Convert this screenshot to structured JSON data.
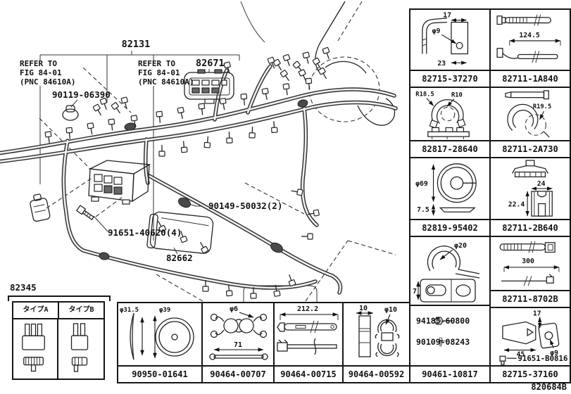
{
  "page": {
    "code": "820684B"
  },
  "diagram": {
    "part_82131": "82131",
    "refer_note_1": "REFER TO\nFIG 84-01\n(PNC 84610A)",
    "refer_note_2": "REFER TO\nFIG 84-01\n(PNC 84610A)",
    "part_82671": "82671",
    "part_90119": "90119-06390",
    "part_90149": "90149-50032(2)",
    "part_91651": "91651-40620(4)",
    "part_82662": "82662",
    "part_82345": "82345"
  },
  "type_box": {
    "type_a": "タイプA",
    "type_b": "タイプB"
  },
  "grid": {
    "r1c1": {
      "part": "82715-37270",
      "dim_top": "17",
      "dim_hole": "φ9",
      "dim_bottom": "23"
    },
    "r1c2": {
      "part": "82711-1A840",
      "dim": "124.5"
    },
    "r2c1": {
      "part": "82817-28640",
      "dim_outer": "R18.5",
      "dim_inner": "R10"
    },
    "r2c2": {
      "part": "82711-2A730",
      "dim": "R19.5"
    },
    "r3c1": {
      "part": "82819-95402",
      "dim_dia": "φ69",
      "dim_h": "7.5"
    },
    "r3c2": {
      "part": "82711-2B640",
      "dim_w": "24",
      "dim_h": "22.4"
    },
    "r4c1": {
      "dim_dia": "φ20",
      "dim_h": "7"
    },
    "r4c2": {
      "part": "82711-8702B",
      "dim": "300"
    },
    "r5c1": {
      "part": "90461-10817",
      "item1": "94185-60800",
      "item2": "90109-08243"
    },
    "r5c2": {
      "part": "82715-37160",
      "dim1": "17",
      "dim2": "45",
      "dim3": "φ9",
      "item": "91651-B0816"
    }
  },
  "bottom": {
    "c1": {
      "part": "90950-01641",
      "dim1": "φ31.5",
      "dim2": "φ39"
    },
    "c2": {
      "part": "90464-00707",
      "dim1": "φ6",
      "dim2": "71"
    },
    "c3": {
      "part": "90464-00715",
      "dim": "212.2"
    },
    "c4": {
      "part": "90464-00592",
      "dim1": "10",
      "dim2": "φ10"
    }
  }
}
